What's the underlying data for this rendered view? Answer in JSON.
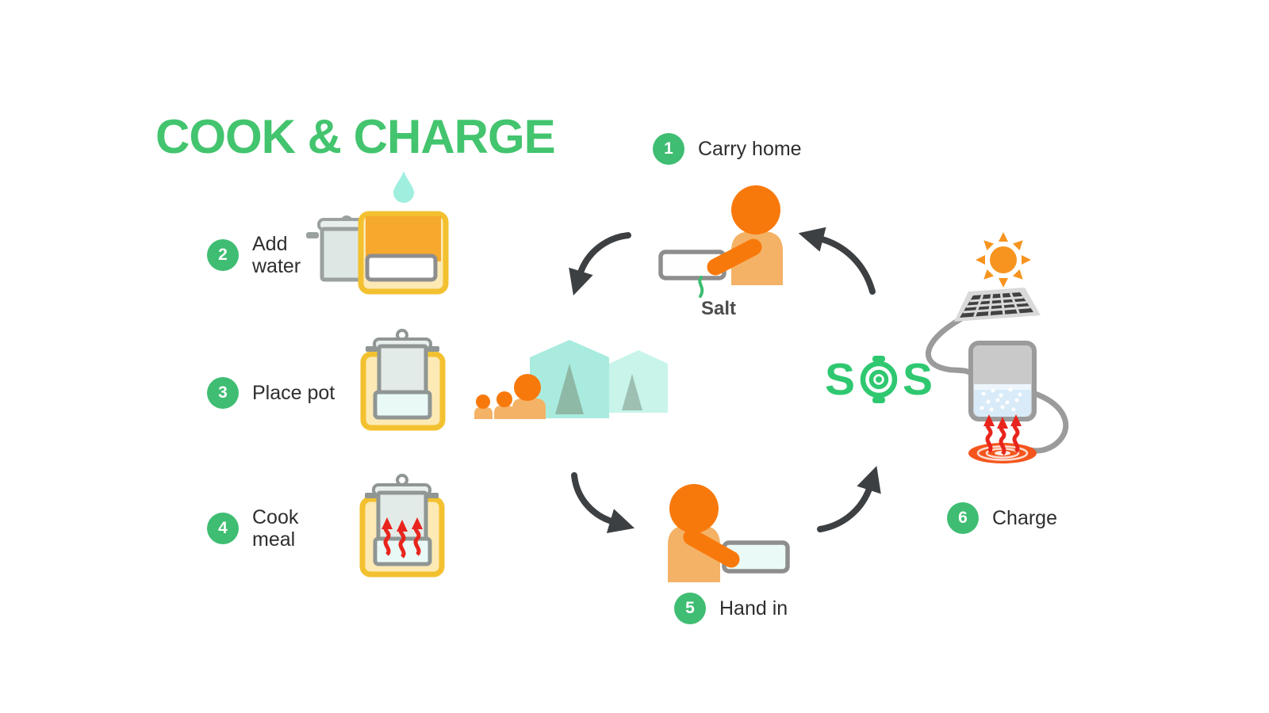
{
  "title": "COOK & CHARGE",
  "steps": [
    {
      "num": "1",
      "label": "Carry home"
    },
    {
      "num": "2",
      "label": "Add\nwater"
    },
    {
      "num": "3",
      "label": "Place pot"
    },
    {
      "num": "4",
      "label": "Cook\nmeal"
    },
    {
      "num": "5",
      "label": "Hand in"
    },
    {
      "num": "6",
      "label": "Charge"
    }
  ],
  "annotations": {
    "salt": "Salt"
  },
  "logo": {
    "left": "S",
    "right": "S",
    "name": "SOS"
  },
  "icons": [
    "water-drop-icon",
    "cooking-pot-icon",
    "cook-charge-device-icon",
    "heat-arrows-icon",
    "villager-icon",
    "salt-box-icon",
    "tent-icon",
    "family-icon",
    "sun-icon",
    "solar-panel-icon",
    "power-cable-icon",
    "salt-battery-icon",
    "heat-glow-icon",
    "cycle-arrow-icon",
    "sos-pot-o-icon"
  ],
  "colors": {
    "title_green": "#43c46e",
    "green": "#3fbd72",
    "logo_green": "#2fc871",
    "orange": "#f8790b",
    "light_orange": "#f4b266",
    "yellow_border": "#f3c12f",
    "yellow_fill": "#fce9b4",
    "orange_panel": "#f6a92c",
    "teal_drop": "#9feede",
    "tent_teal": "#a9ecdf",
    "tent_teal_light": "#c8f4ea",
    "red_heat": "#e8251d",
    "glow_orange": "#f4551d",
    "arrow_gray": "#3d4043",
    "pot_gray": "#8f9694",
    "cable_gray": "#9b9b9b"
  }
}
